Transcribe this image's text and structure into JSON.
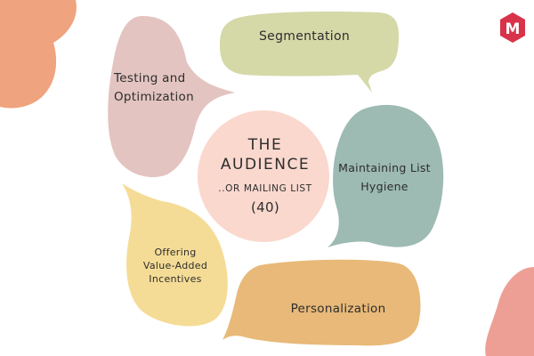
{
  "center": {
    "title_line1": "THE",
    "title_line2": "AUDIENCE",
    "subtitle": "..OR MAILING LIST",
    "count": "(40)"
  },
  "bubbles": {
    "segmentation": "Segmentation",
    "testing_line1": "Testing and",
    "testing_line2": "Optimization",
    "maintaining_line1": "Maintaining List",
    "maintaining_line2": "Hygiene",
    "offering_line1": "Offering",
    "offering_line2": "Value-Added",
    "offering_line3": "Incentives",
    "personalization": "Personalization"
  },
  "logo": {
    "letter": "M",
    "icon": "brand-logo-icon"
  },
  "colors": {
    "segmentation": "#d5d9a8",
    "testing": "#e3c4c0",
    "maintaining": "#9dbab3",
    "offering": "#f5dc96",
    "personalization": "#e8b978",
    "center": "#fad8ce",
    "corner_top_left": "#efa37e",
    "corner_bottom_right": "#ee9f95",
    "logo_bg": "#d8334a"
  }
}
